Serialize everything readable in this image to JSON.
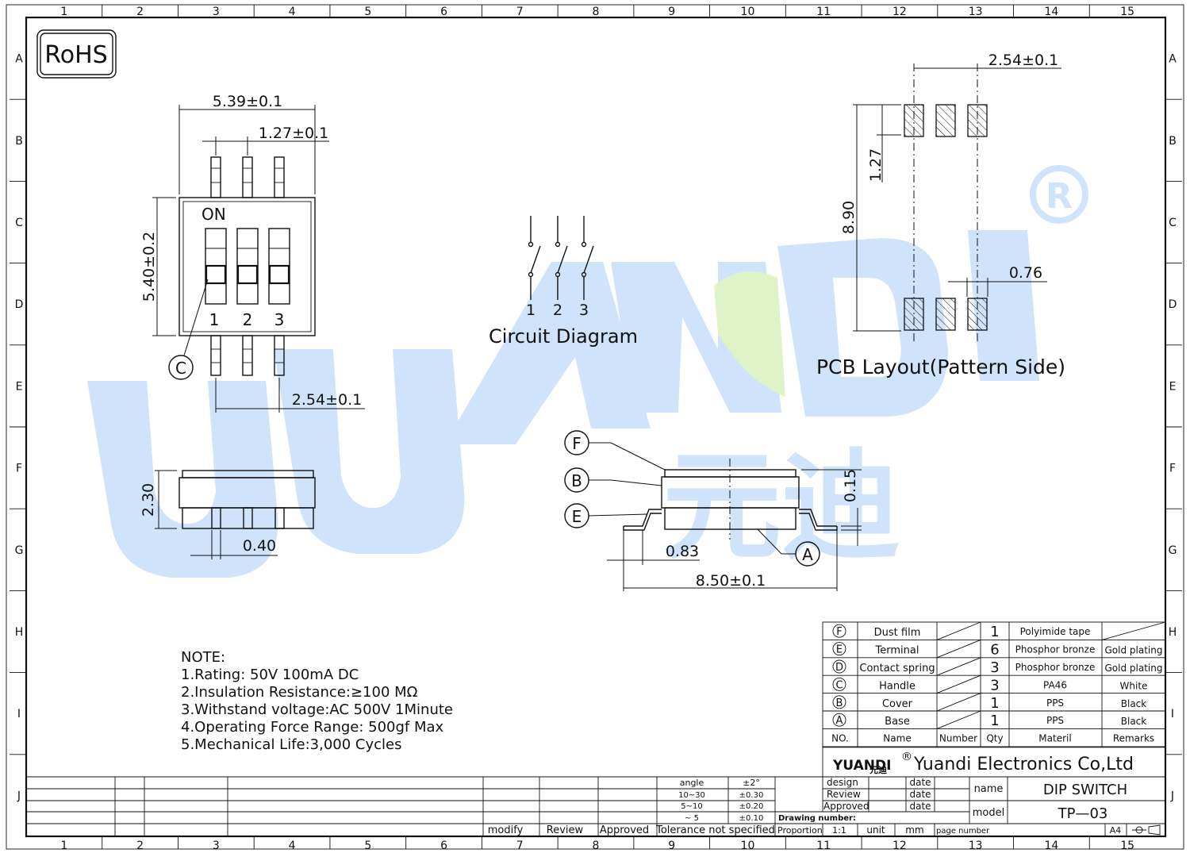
{
  "rohs": "RoHS",
  "watermark": {
    "text": "YUANDI",
    "cn": "元迪",
    "mark": "®",
    "color": "#cfe3fb",
    "accent": "#dff3c8"
  },
  "frame": {
    "cols": [
      "1",
      "2",
      "3",
      "4",
      "5",
      "6",
      "7",
      "8",
      "9",
      "10",
      "11",
      "12",
      "13",
      "14",
      "15"
    ],
    "rows": [
      "A",
      "B",
      "C",
      "D",
      "E",
      "F",
      "G",
      "H",
      "I",
      "J"
    ]
  },
  "top_view": {
    "width_dim": "5.39±0.1",
    "pitch_dim": "1.27±0.1",
    "height_dim": "5.40±0.2",
    "lead_dim": "2.54±0.1",
    "on_label": "ON",
    "pos_labels": [
      "1",
      "2",
      "3"
    ],
    "callout": "C"
  },
  "side_view": {
    "height_dim": "2.30",
    "lead_width_dim": "0.40"
  },
  "circuit": {
    "title": "Circuit  Diagram",
    "labels": [
      "1",
      "2",
      "3"
    ]
  },
  "pcb": {
    "title": "PCB  Layout(Pattern  Side)",
    "pitch_dim": "2.54±0.1",
    "pad_h_dim": "1.27",
    "span_dim": "8.90",
    "pad_w_dim": "0.76"
  },
  "front_view": {
    "callouts": [
      "F",
      "B",
      "E",
      "A"
    ],
    "film_dim": "0.15",
    "foot_dim": "0.83",
    "total_dim": "8.50±0.1"
  },
  "notes": {
    "title": "NOTE:",
    "lines": [
      "1.Rating:  50V  100mA  DC",
      "2.Insulation  Resistance:≥100  MΩ",
      "3.Withstand  voltage:AC  500V  1Minute",
      "4.Operating  Force  Range:  500gf  Max",
      "5.Mechanical  Life:3,000  Cycles"
    ]
  },
  "bom": {
    "rows": [
      {
        "no": "F",
        "name": "Dust film",
        "qty": "1",
        "material": "Polyimide  tape",
        "remarks": ""
      },
      {
        "no": "E",
        "name": "Terminal",
        "qty": "6",
        "material": "Phosphor bronze",
        "remarks": "Gold plating"
      },
      {
        "no": "D",
        "name": "Contact spring",
        "qty": "3",
        "material": "Phosphor bronze",
        "remarks": "Gold plating"
      },
      {
        "no": "C",
        "name": "Handle",
        "qty": "3",
        "material": "PA46",
        "remarks": "White"
      },
      {
        "no": "B",
        "name": "Cover",
        "qty": "1",
        "material": "PPS",
        "remarks": "Black"
      },
      {
        "no": "A",
        "name": "Base",
        "qty": "1",
        "material": "PPS",
        "remarks": "Black"
      }
    ],
    "header": {
      "no": "NO.",
      "name": "Name",
      "number": "Number",
      "qty": "Qty",
      "material": "Materil",
      "remarks": "Remarks"
    }
  },
  "title_block": {
    "logo": "YUANDI",
    "logo_cn": "元迪",
    "reg": "®",
    "company": "Yuandi Electronics Co,Ltd",
    "design": "design",
    "review": "Review",
    "approved": "Approved",
    "date": "date",
    "name_label": "name",
    "name_value": "DIP  SWITCH",
    "model_label": "model",
    "model_value": "TP—03",
    "drawing_number": "Drawing  number:",
    "proportion": "Proportion",
    "scale": "1:1",
    "unit": "unit",
    "mm": "mm",
    "page_number": "page number",
    "paper": "A4"
  },
  "tolerance": {
    "header": [
      "angle",
      "±2°"
    ],
    "rows": [
      [
        "10~30",
        "±0.30"
      ],
      [
        "5~10",
        "±0.20"
      ],
      [
        "~ 5",
        "±0.10"
      ]
    ],
    "footer": "Tolerance  not  specified"
  },
  "revision": {
    "modify": "modify",
    "review": "Review",
    "approved": "Approved"
  }
}
